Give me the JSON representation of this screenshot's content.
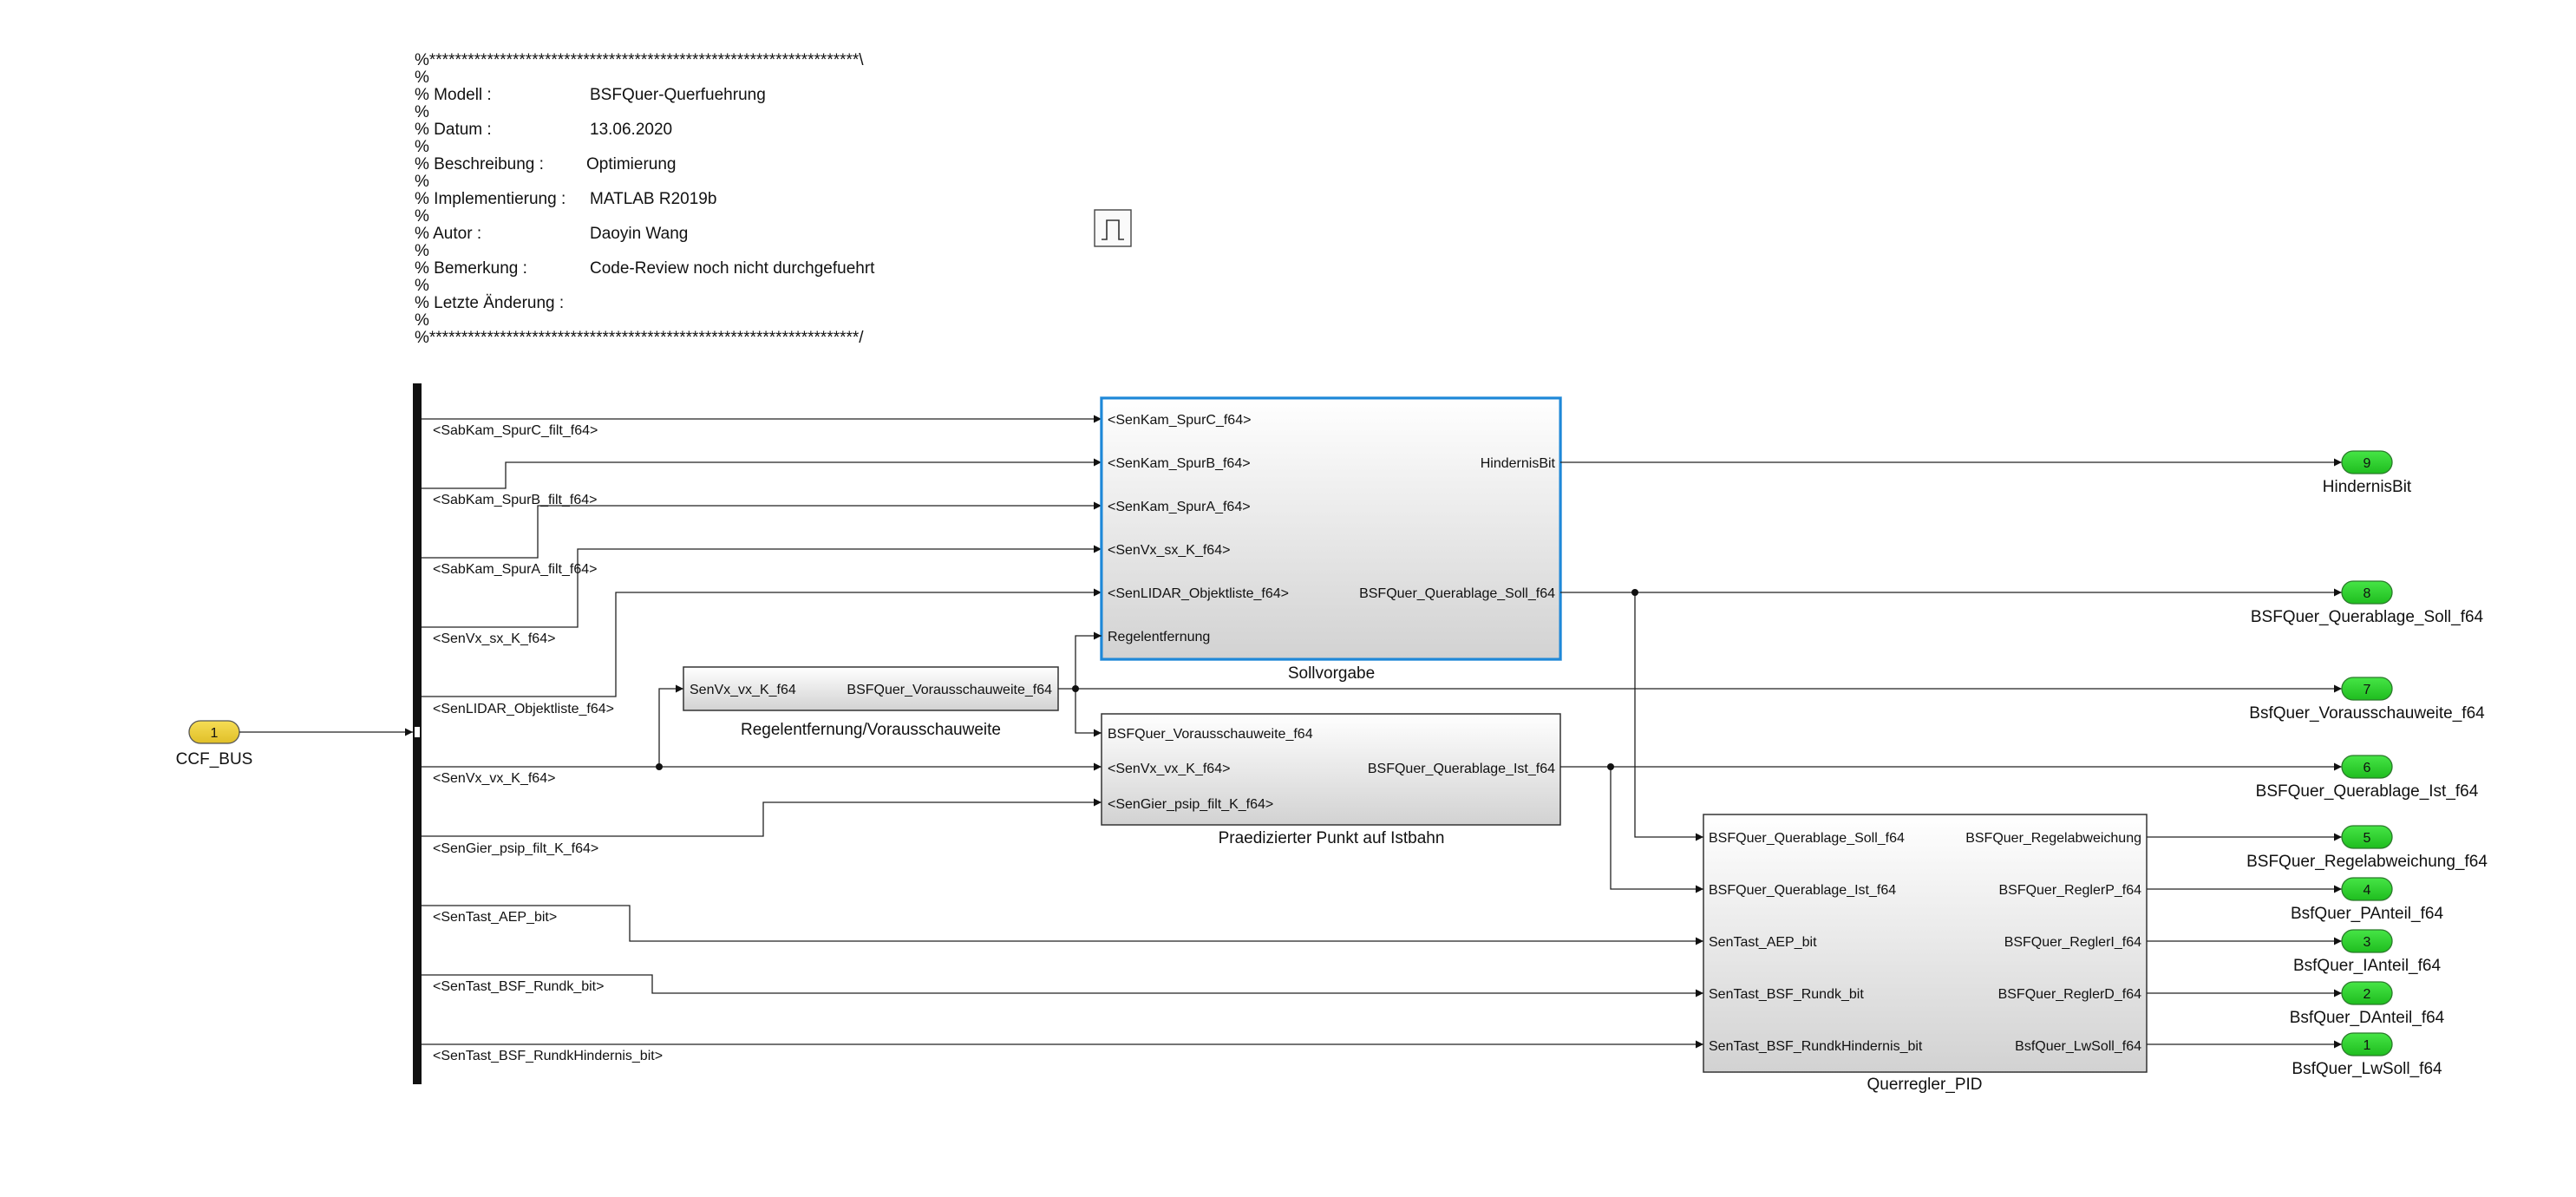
{
  "header": {
    "stars_top": "%*******************************************************************\\",
    "stars_bottom": "%*******************************************************************/",
    "pct": "%",
    "rows": [
      {
        "key": "% Modell :",
        "value": "BSFQuer-Querfuehrung"
      },
      {
        "key": "% Datum :",
        "value": "13.06.2020"
      },
      {
        "key": "% Beschreibung :",
        "value": "Optimierung"
      },
      {
        "key": "% Implementierung :",
        "value": "MATLAB R2019b"
      },
      {
        "key": "% Autor :",
        "value": "Daoyin Wang"
      },
      {
        "key": "% Bemerkung :",
        "value": "Code-Review noch nicht durchgefuehrt"
      },
      {
        "key": "% Letzte Änderung :",
        "value": ""
      }
    ]
  },
  "inport": {
    "number": "1",
    "name": "CCF_BUS"
  },
  "bus_signals": [
    "<SabKam_SpurC_filt_f64>",
    "<SabKam_SpurB_filt_f64>",
    "<SabKam_SpurA_filt_f64>",
    "<SenVx_sx_K_f64>",
    "<SenLIDAR_Objektliste_f64>",
    "<SenVx_vx_K_f64>",
    "<SenGier_psip_filt_K_f64>",
    "<SenTast_AEP_bit>",
    "<SenTast_BSF_Rundk_bit>",
    "<SenTast_BSF_RundkHindernis_bit>"
  ],
  "blocks": {
    "sollvorgabe": {
      "name": "Sollvorgabe",
      "inputs": [
        "<SenKam_SpurC_f64>",
        "<SenKam_SpurB_f64>",
        "<SenKam_SpurA_f64>",
        "<SenVx_sx_K_f64>",
        "<SenLIDAR_Objektliste_f64>",
        "Regelentfernung"
      ],
      "outputs": [
        "HindernisBit",
        "BSFQuer_Querablage_Soll_f64"
      ]
    },
    "regelentfernung": {
      "name": "Regelentfernung/Vorausschauweite",
      "inputs": [
        "SenVx_vx_K_f64"
      ],
      "outputs": [
        "BSFQuer_Vorausschauweite_f64"
      ]
    },
    "praediziert": {
      "name": "Praedizierter Punkt auf Istbahn",
      "inputs": [
        "BSFQuer_Vorausschauweite_f64",
        "<SenVx_vx_K_f64>",
        "<SenGier_psip_filt_K_f64>"
      ],
      "outputs": [
        "BSFQuer_Querablage_Ist_f64"
      ]
    },
    "querregler": {
      "name": "Querregler_PID",
      "inputs": [
        "BSFQuer_Querablage_Soll_f64",
        "BSFQuer_Querablage_Ist_f64",
        "SenTast_AEP_bit",
        "SenTast_BSF_Rundk_bit",
        "SenTast_BSF_RundkHindernis_bit"
      ],
      "outputs": [
        "BSFQuer_Regelabweichung",
        "BSFQuer_ReglerP_f64",
        "BSFQuer_ReglerI_f64",
        "BSFQuer_ReglerD_f64",
        "BsfQuer_LwSoll_f64"
      ]
    }
  },
  "outports": [
    {
      "number": "9",
      "name": "HindernisBit"
    },
    {
      "number": "8",
      "name": "BSFQuer_Querablage_Soll_f64"
    },
    {
      "number": "7",
      "name": "BsfQuer_Vorausschauweite_f64"
    },
    {
      "number": "6",
      "name": "BSFQuer_Querablage_Ist_f64"
    },
    {
      "number": "5",
      "name": "BSFQuer_Regelabweichung_f64"
    },
    {
      "number": "4",
      "name": "BsfQuer_PAnteil_f64"
    },
    {
      "number": "3",
      "name": "BsfQuer_IAnteil_f64"
    },
    {
      "number": "2",
      "name": "BsfQuer_DAnteil_f64"
    },
    {
      "number": "1",
      "name": "BsfQuer_LwSoll_f64"
    }
  ],
  "colors": {
    "inport": "#efd13c",
    "outport": "#2fd12f",
    "selected_block_border": "#1e88d8",
    "block_fill_top": "#ffffff",
    "block_fill_bottom": "#d4d4d4"
  },
  "icons": {
    "pulse": "pulse-generator-icon"
  }
}
